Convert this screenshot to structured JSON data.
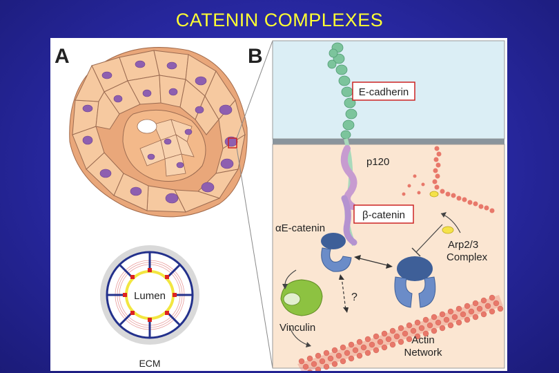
{
  "slide": {
    "title": "CATENIN COMPLEXES"
  },
  "panel_a": {
    "letter": "A",
    "lumen_label": "Lumen",
    "ecm_label": "ECM"
  },
  "panel_b": {
    "letter": "B",
    "labels": {
      "e_cadherin": "E-cadherin",
      "p120": "p120",
      "beta_catenin": "β-catenin",
      "alpha_e_catenin": "αE-catenin",
      "arp23_line1": "Arp2/3",
      "arp23_line2": "Complex",
      "question": "?",
      "vinculin": "Vinculin",
      "actin_line1": "Actin",
      "actin_line2": "Network"
    }
  },
  "colors": {
    "background": "#2a2aa8",
    "title": "#ffff33",
    "cell": "#f6c9a0",
    "nucleus": "#8e5fb0",
    "membrane_blue": "#dbeef5",
    "cytoplasm": "#fbe6d2",
    "cadherin_green": "#7cc49c",
    "p120_purple": "#c79bd0",
    "catenin_blue": "#6b8cc8",
    "vinculin_green": "#8dc241",
    "actin_red": "#e8786a",
    "label_box_red": "#cc2222"
  }
}
